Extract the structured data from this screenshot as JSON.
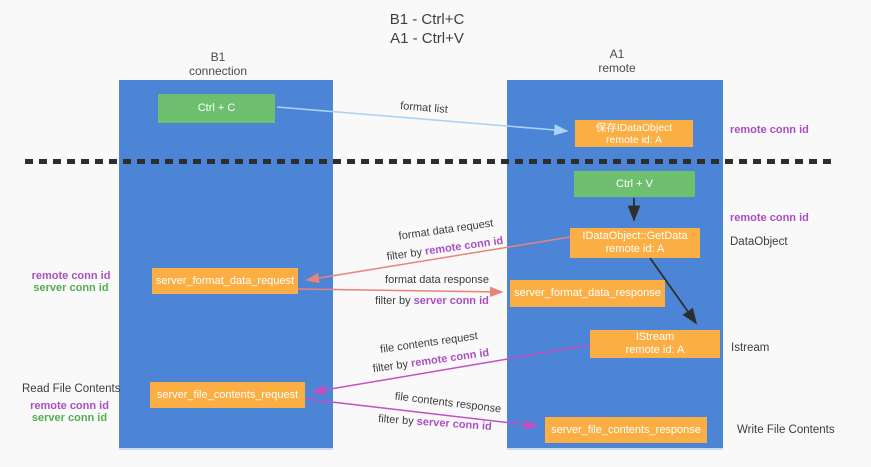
{
  "title": {
    "line1": "B1 - Ctrl+C",
    "line2": "A1 - Ctrl+V"
  },
  "columns": {
    "b1": {
      "name": "B1",
      "subtitle": "connection"
    },
    "a1": {
      "name": "A1",
      "subtitle": "remote"
    }
  },
  "boxes": {
    "ctrl_c": {
      "label": "Ctrl + C"
    },
    "ctrl_v": {
      "label": "Ctrl + V"
    },
    "save_dataobject": {
      "line1": "保存IDataObject",
      "line2": "remote id: A"
    },
    "getdata": {
      "line1": "IDataObject::GetData",
      "line2": "remote id: A"
    },
    "istream": {
      "line1": "IStream",
      "line2": "remote id: A"
    },
    "format_request": {
      "label": "server_format_data_request"
    },
    "format_response": {
      "label": "server_format_data_response"
    },
    "file_request": {
      "label": "server_file_contents_request"
    },
    "file_response": {
      "label": "server_file_contents_response"
    }
  },
  "messages": {
    "format_list": {
      "label": "format list"
    },
    "format_request": {
      "label": "format data request",
      "filter_prefix": "filter by",
      "filter_id": "remote conn id"
    },
    "format_response": {
      "label": "format data response",
      "filter_prefix": "filter by",
      "filter_id": "server conn id"
    },
    "file_request": {
      "label": "file contents request",
      "filter_prefix": "filter by",
      "filter_id": "remote conn id"
    },
    "file_response": {
      "label": "file contents response",
      "filter_prefix": "filter by",
      "filter_id": "server conn id"
    }
  },
  "annotations": {
    "left_format": {
      "remote": "remote conn id",
      "server": "server conn id"
    },
    "left_file": {
      "title": "Read File Contents",
      "remote": "remote conn id",
      "server": "server conn id"
    },
    "right_save": "remote conn id",
    "right_getdata_remote": "remote conn id",
    "right_getdata": "DataObject",
    "right_istream": "Istream",
    "right_file_response": "Write File Contents"
  },
  "colors": {
    "column_blue": "#4d85d6",
    "box_orange": "#fbae43",
    "box_green": "#6ec06f",
    "accent_purple": "#a94fc2",
    "accent_green": "#53ae53",
    "arrow_salmon": "#e8837b",
    "arrow_magenta": "#c44fc4",
    "arrow_lightblue": "#aad4f5",
    "arrow_black": "#2e2e2e",
    "background": "#f9f9fa"
  }
}
